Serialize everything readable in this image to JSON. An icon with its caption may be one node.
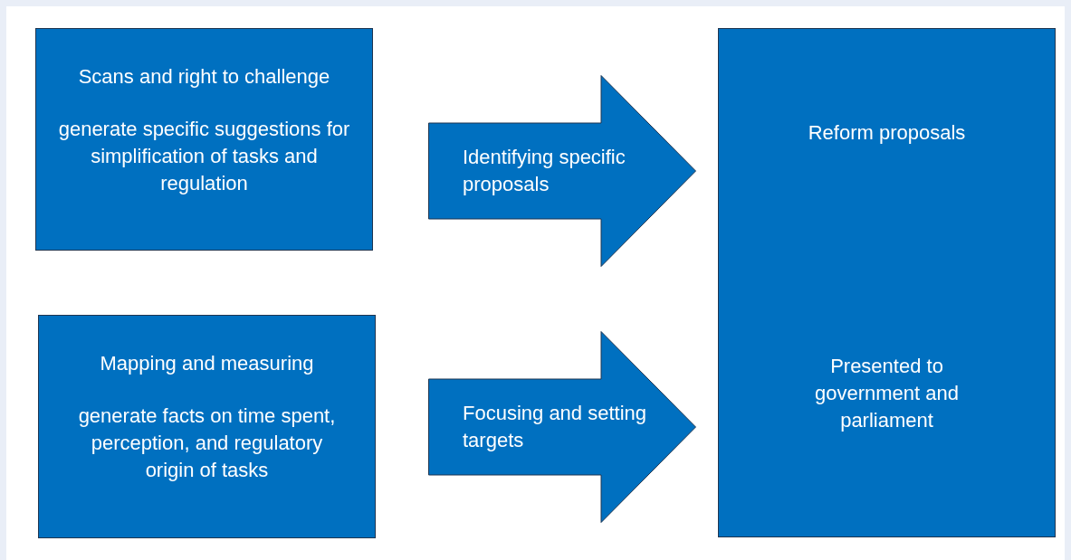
{
  "diagram": {
    "nodes": [
      {
        "text": [
          "Scans and right to challenge",
          "generate specific suggestions for simplification of tasks and regulation"
        ]
      },
      {
        "text": [
          "Identifying specific proposals"
        ]
      },
      {
        "text": [
          "Reform proposals",
          "Presented to government and parliament"
        ]
      },
      {
        "text": [
          "Mapping and measuring",
          "generate facts on time spent, perception, and regulatory origin of tasks"
        ]
      },
      {
        "text": [
          "Focusing and setting targets"
        ]
      }
    ]
  }
}
